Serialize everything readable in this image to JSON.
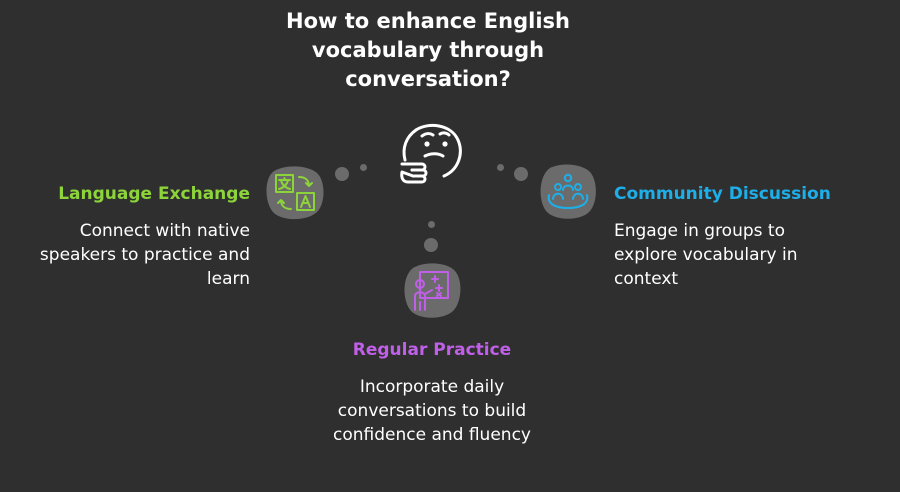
{
  "title": "How to enhance English vocabulary through conversation?",
  "colors": {
    "background": "#2f2f2f",
    "language_exchange": "#8dd43a",
    "community_discussion": "#1eaee8",
    "regular_practice": "#c060e8",
    "connector_dots": "#6b6b6b",
    "badge_fill": "#6b6b6b"
  },
  "center": {
    "icon": "thinking-face-icon"
  },
  "language_exchange": {
    "title": "Language Exchange",
    "description": "Connect with native speakers to practice and learn",
    "icon": "translate-icon"
  },
  "community_discussion": {
    "title": "Community Discussion",
    "description": "Engage in groups to explore vocabulary in context",
    "icon": "community-group-icon"
  },
  "regular_practice": {
    "title": "Regular Practice",
    "description": "Incorporate daily conversations to build confidence and fluency",
    "icon": "teacher-whiteboard-icon"
  }
}
